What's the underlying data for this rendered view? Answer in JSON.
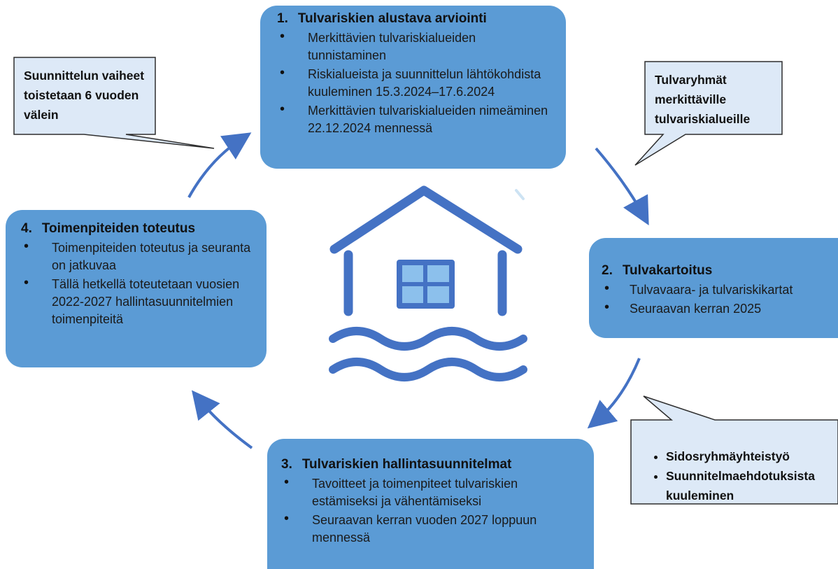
{
  "steps": {
    "s1": {
      "number": "1.",
      "title": "Tulvariskien alustava arviointi",
      "bullets": [
        "Merkittävien tulvariskialueiden tunnistaminen",
        "Riskialueista ja suunnittelun lähtökohdista kuuleminen 15.3.2024–17.6.2024",
        "Merkittävien tulvariskialueiden nimeäminen 22.12.2024 mennessä"
      ]
    },
    "s2": {
      "number": "2.",
      "title": "Tulvakartoitus",
      "bullets": [
        "Tulvavaara- ja tulvariskikartat",
        "Seuraavan kerran 2025"
      ]
    },
    "s3": {
      "number": "3.",
      "title": "Tulvariskien hallintasuunnitelmat",
      "bullets": [
        "Tavoitteet ja toimenpiteet tulvariskien estämiseksi ja vähentämiseksi",
        "Seuraavan kerran vuoden 2027 loppuun mennessä"
      ]
    },
    "s4": {
      "number": "4.",
      "title": "Toimenpiteiden toteutus",
      "bullets": [
        "Toimenpiteiden toteutus ja seuranta on jatkuvaa",
        "Tällä hetkellä toteutetaan vuosien 2022-2027 hallintasuunnitelmien toimenpiteitä"
      ]
    }
  },
  "callouts": {
    "cycle": "Suunnittelun vaiheet toistetaan 6 vuoden välein",
    "groups": "Tulvaryhmät merkittäville tulvariskialueille",
    "stakeholders": [
      "Sidosryhmäyhteistyö",
      "Suunnitelmaehdotuksista kuuleminen"
    ]
  },
  "colors": {
    "step_fill": "#5b9bd5",
    "callout_fill": "#dde9f7",
    "callout_stroke": "#2e2e2e",
    "arrow": "#4472c4",
    "house": "#4472c4",
    "window": "#8cc0ec"
  },
  "center_icon": "flooded-house-icon"
}
